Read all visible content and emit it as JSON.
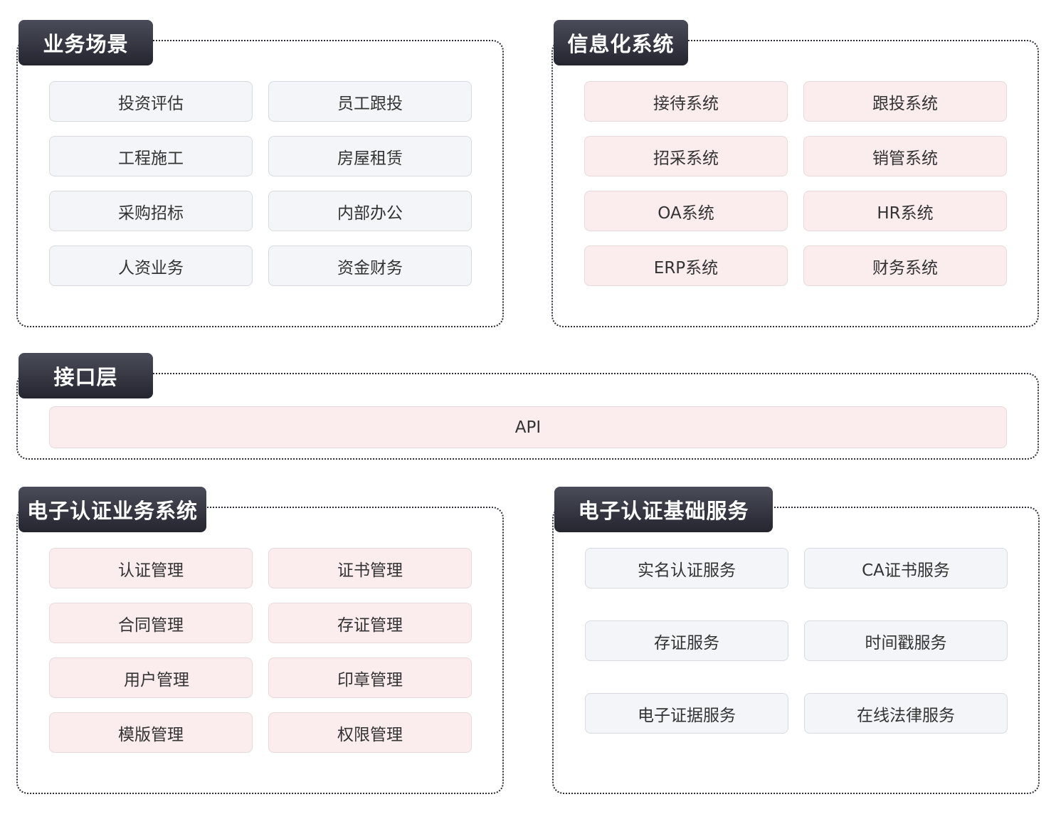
{
  "business_scenarios": {
    "title": "业务场景",
    "items": [
      "投资评估",
      "员工跟投",
      "工程施工",
      "房屋租赁",
      "采购招标",
      "内部办公",
      "人资业务",
      "资金财务"
    ]
  },
  "info_systems": {
    "title": "信息化系统",
    "items": [
      "接待系统",
      "跟投系统",
      "招采系统",
      "销管系统",
      "OA系统",
      "HR系统",
      "ERP系统",
      "财务系统"
    ]
  },
  "interface_layer": {
    "title": "接口层",
    "items": [
      "API"
    ]
  },
  "ecert_business": {
    "title": "电子认证业务系统",
    "items": [
      "认证管理",
      "证书管理",
      "合同管理",
      "存证管理",
      "用户管理",
      "印章管理",
      "模版管理",
      "权限管理"
    ]
  },
  "ecert_foundation": {
    "title": "电子认证基础服务",
    "items": [
      "实名认证服务",
      "CA证书服务",
      "存证服务",
      "时间戳服务",
      "电子证据服务",
      "在线法律服务"
    ]
  },
  "colors": {
    "tab_dark": "#2b2d38",
    "box_gray": "#f4f5f8",
    "box_pink": "#fbedee"
  }
}
